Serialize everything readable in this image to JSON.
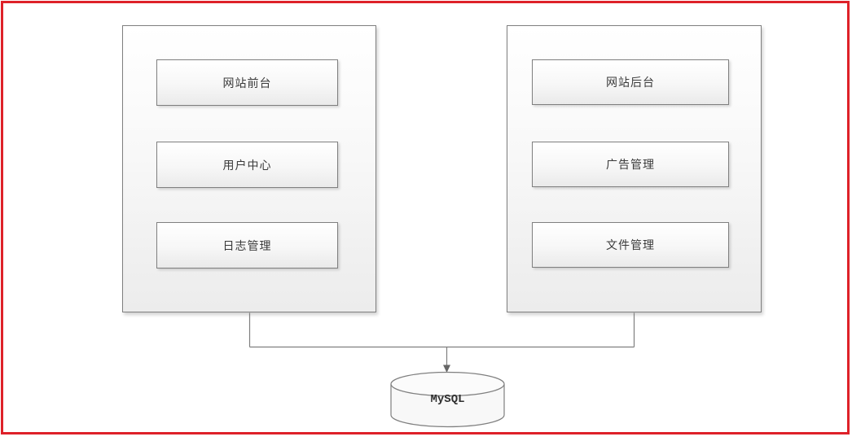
{
  "colors": {
    "frame_red": "#de2129",
    "shape_border": "#7f7f7f",
    "connector_gray": "#7f7f7f",
    "text_dark": "#3a3a3a"
  },
  "diagram": {
    "left_group": {
      "modules": [
        "网站前台",
        "用户中心",
        "日志管理"
      ]
    },
    "right_group": {
      "modules": [
        "网站后台",
        "广告管理",
        "文件管理"
      ]
    },
    "database": {
      "label": "MySQL"
    }
  }
}
